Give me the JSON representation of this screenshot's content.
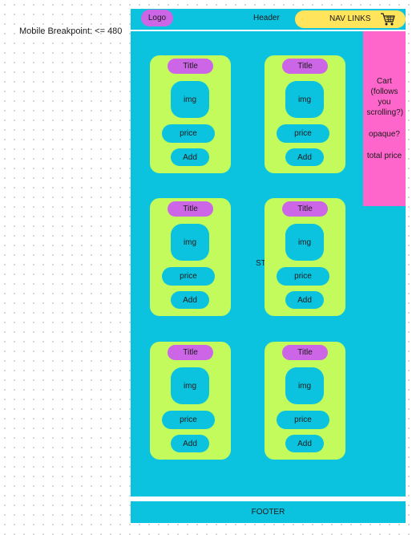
{
  "note": "Mobile Breakpoint: <= 480",
  "header": {
    "logo": "Logo",
    "label": "Header",
    "nav_links": "NAV LINKS",
    "cart_icon": "shopping-cart-icon"
  },
  "main": {
    "label": "ST"
  },
  "cart_panel": {
    "title": "Cart (follows you scrolling?)",
    "opaque": "opaque?",
    "total": "total price"
  },
  "cards": [
    {
      "title": "Title",
      "img": "img",
      "price": "price",
      "add": "Add"
    },
    {
      "title": "Title",
      "img": "img",
      "price": "price",
      "add": "Add"
    },
    {
      "title": "Title",
      "img": "img",
      "price": "price",
      "add": "Add"
    },
    {
      "title": "Title",
      "img": "img",
      "price": "price",
      "add": "Add"
    },
    {
      "title": "Title",
      "img": "img",
      "price": "price",
      "add": "Add"
    },
    {
      "title": "Title",
      "img": "img",
      "price": "price",
      "add": "Add"
    }
  ],
  "footer": "FOOTER",
  "colors": {
    "cyan": "#0cc3df",
    "purple": "#cc66e6",
    "yellow": "#ffe45c",
    "lime": "#c4fb5c",
    "pink": "#ff66cc"
  }
}
